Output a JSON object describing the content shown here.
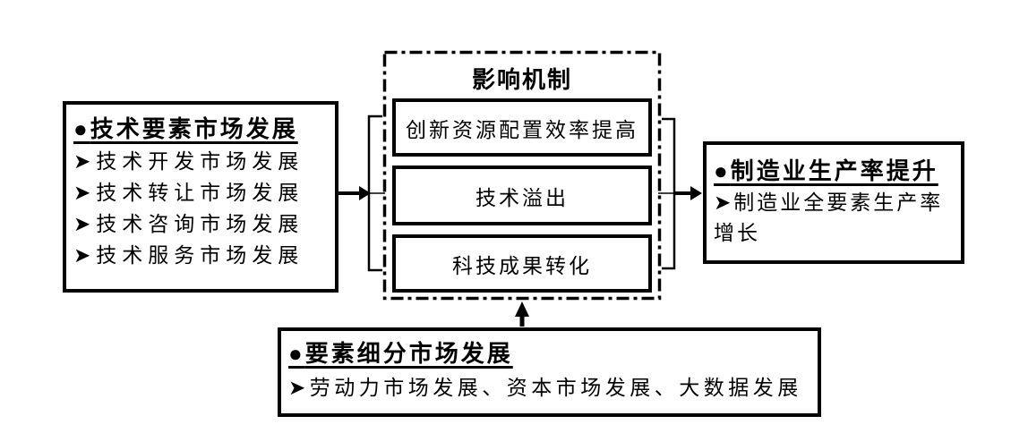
{
  "figure": {
    "background_color": "#ffffff",
    "line_color": "#000000",
    "left_box": {
      "marker": "●",
      "title": "技术要素市场发展",
      "item_marker": "➤",
      "items": [
        "技术开发市场发展",
        "技术转让市场发展",
        "技术咨询市场发展",
        "技术服务市场发展"
      ]
    },
    "mechanism": {
      "title": "影响机制",
      "items": [
        "创新资源配置效率提高",
        "技术溢出",
        "科技成果转化"
      ]
    },
    "right_box": {
      "marker": "●",
      "title": "制造业生产率提升",
      "item_marker": "➤",
      "items": [
        "制造业全要素生产率增长"
      ]
    },
    "bottom_box": {
      "marker": "●",
      "title": "要素细分市场发展",
      "item_marker": "➤",
      "items": [
        "劳动力市场发展、资本市场发展、大数据发展"
      ]
    }
  }
}
